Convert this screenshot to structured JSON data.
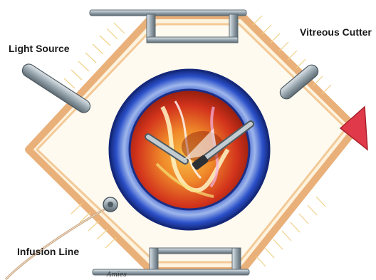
{
  "labels": {
    "light_source": "Light Source",
    "vitreous_cutter": "Vitreous Cutter",
    "infusion_line": "Infusion Line"
  },
  "signature": "Amies",
  "colors": {
    "sclera_fill": "#fdf3de",
    "sclera_edge": "#e9b07a",
    "lid_lines": "#f0d28a",
    "iris_blue": "#1f3fb0",
    "iris_light": "#9fb7ec",
    "retina_red": "#d2331c",
    "retina_orange": "#f08a2a",
    "instrument_steel": "#8e9aa3",
    "caruncle": "#e03a4a",
    "ink": "#1a1a1a"
  },
  "icons": {
    "light_pipe": "light-source-instrument-icon",
    "cutter": "vitreous-cutter-instrument-icon",
    "infusion": "infusion-cannula-icon"
  }
}
